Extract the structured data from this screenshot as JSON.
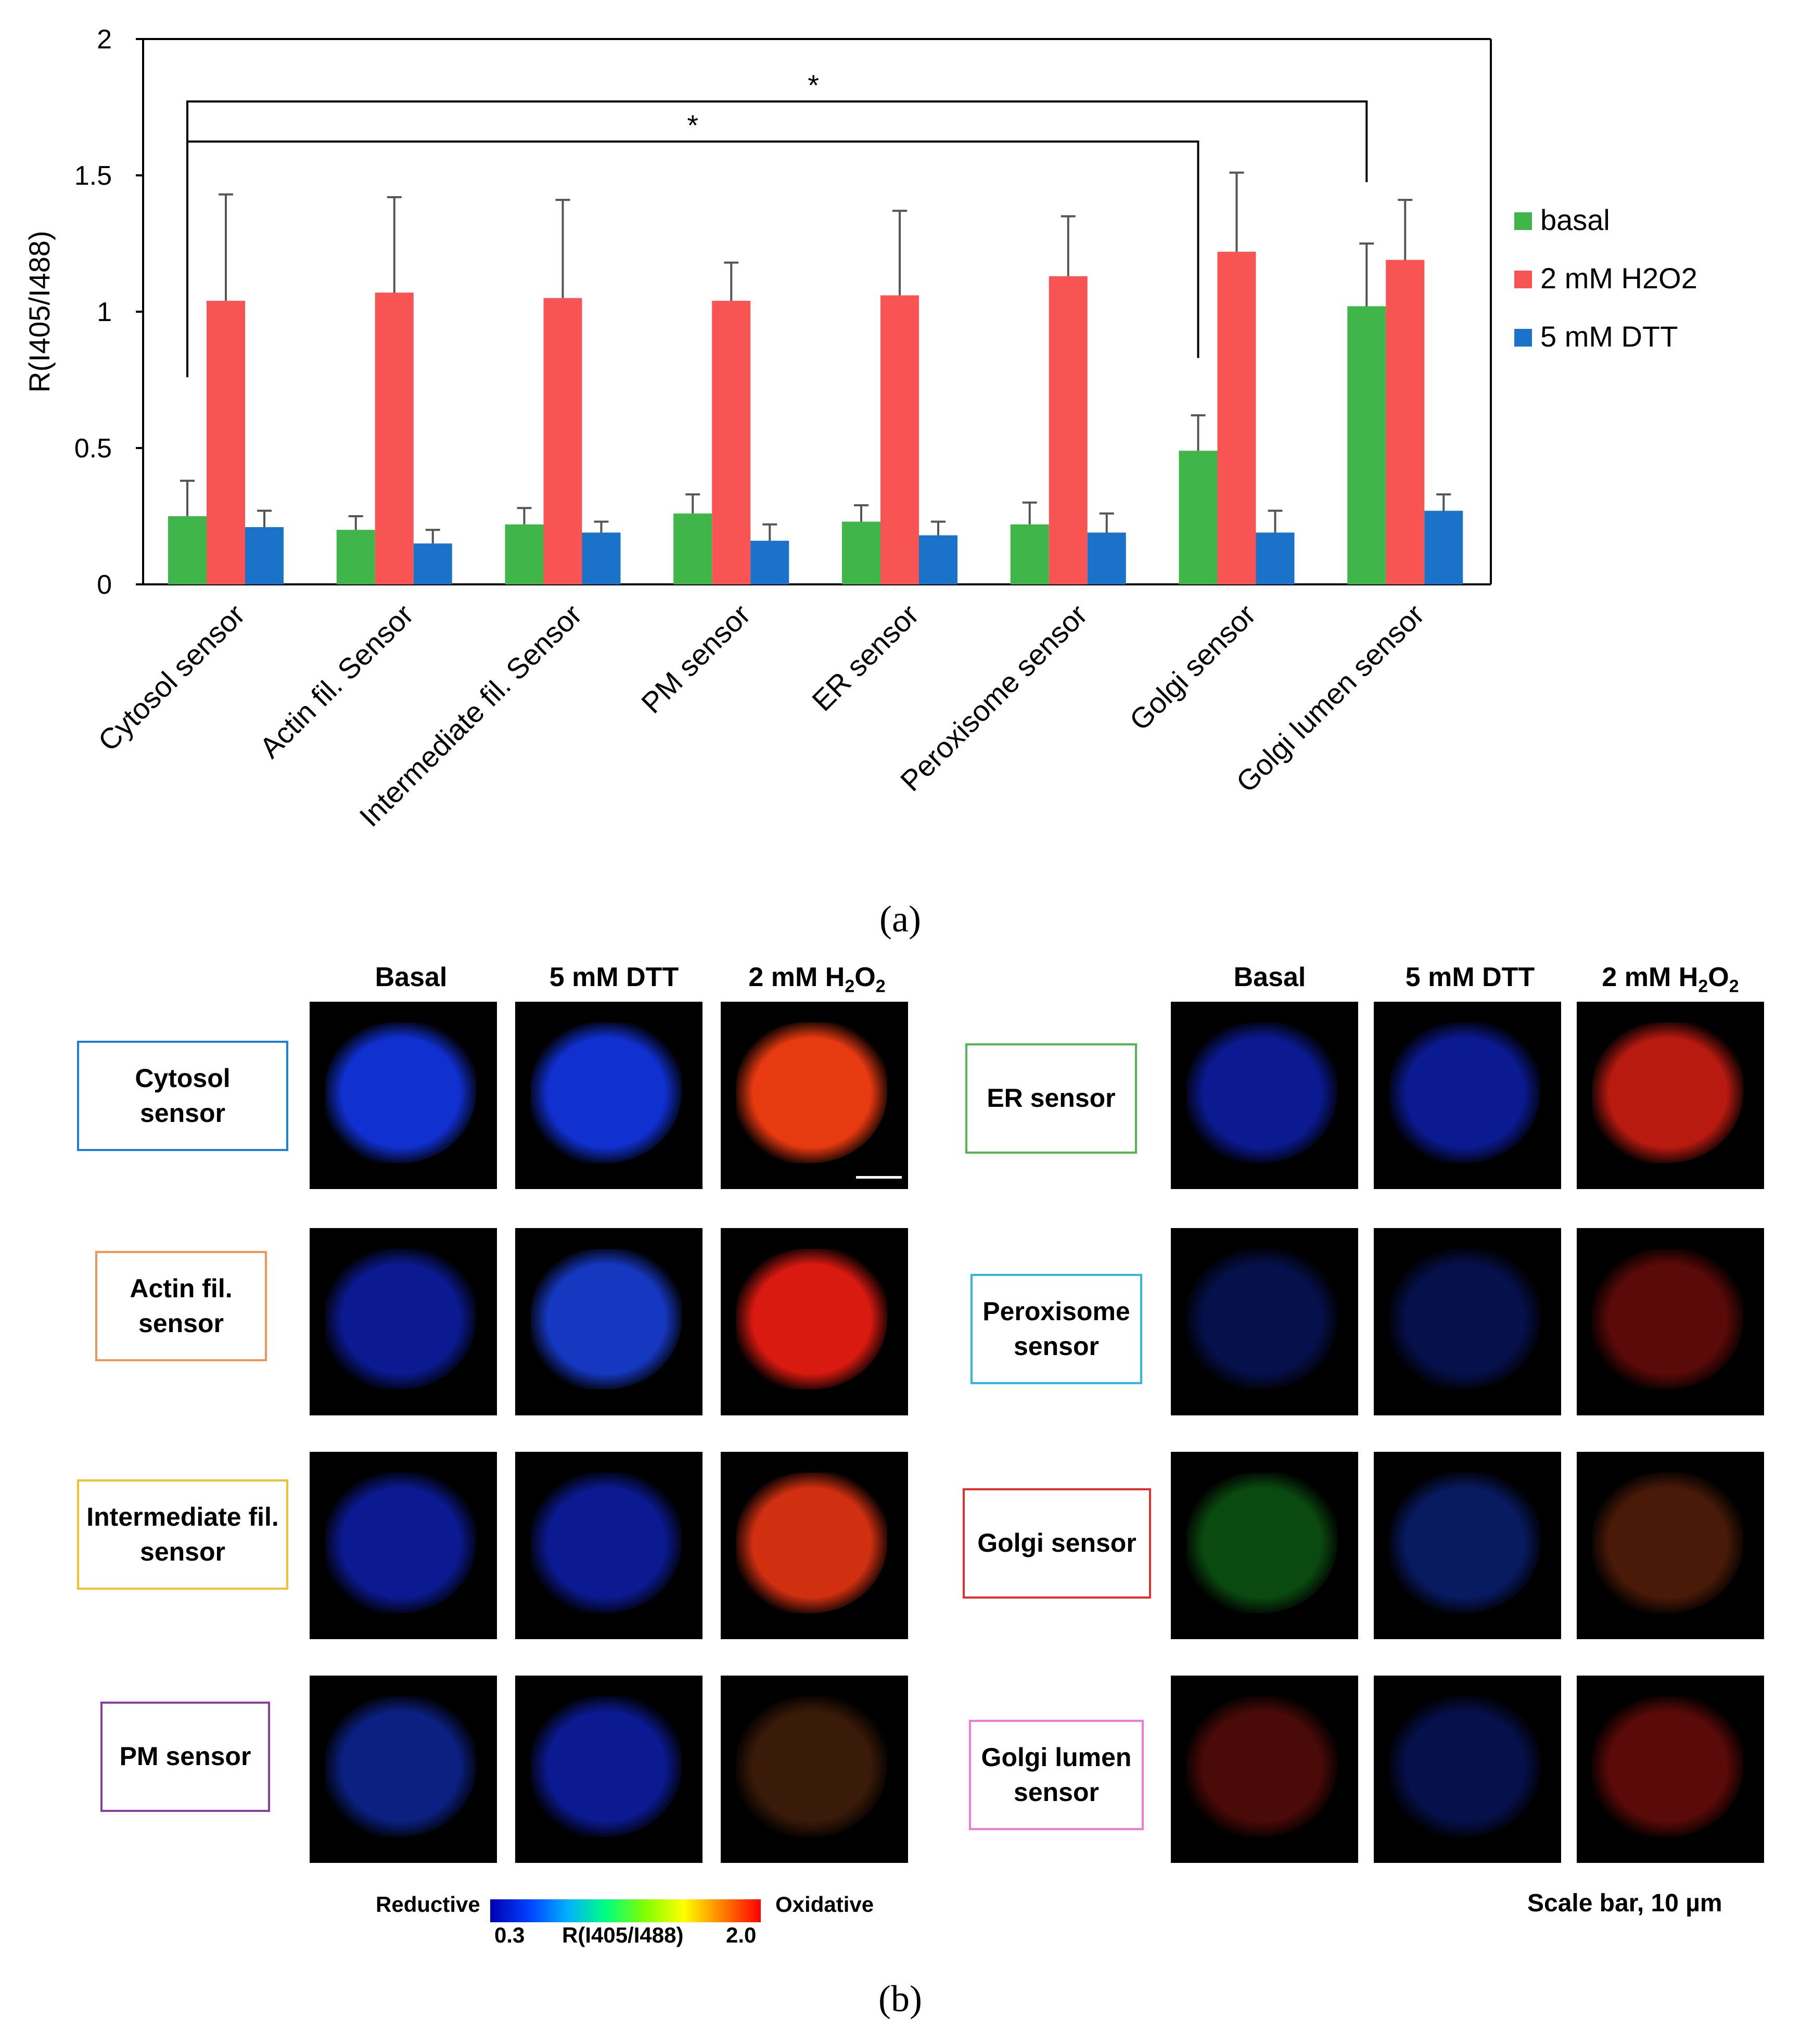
{
  "chart_data": {
    "type": "bar",
    "ylabel": "R(I405/I488)",
    "ylim": [
      0,
      2
    ],
    "yticks": [
      "0",
      "0.5",
      "1",
      "1.5",
      "2"
    ],
    "categories": [
      "Cytosol sensor",
      "Actin fil. Sensor",
      "Intermediate fil. Sensor",
      "PM sensor",
      "ER sensor",
      "Peroxisome sensor",
      "Golgi sensor",
      "Golgi lumen sensor"
    ],
    "series": [
      {
        "name": "basal",
        "color": "#3fb54a",
        "values": [
          0.25,
          0.2,
          0.22,
          0.26,
          0.23,
          0.22,
          0.49,
          1.02
        ],
        "errors": [
          0.13,
          0.05,
          0.06,
          0.07,
          0.06,
          0.08,
          0.13,
          0.23
        ]
      },
      {
        "name": "2 mM H2O2",
        "color": "#f85454",
        "values": [
          1.04,
          1.07,
          1.05,
          1.04,
          1.06,
          1.13,
          1.22,
          1.19
        ],
        "errors": [
          0.39,
          0.35,
          0.36,
          0.14,
          0.31,
          0.22,
          0.29,
          0.22
        ]
      },
      {
        "name": "5 mM DTT",
        "color": "#1a73c8",
        "values": [
          0.21,
          0.15,
          0.19,
          0.16,
          0.18,
          0.19,
          0.19,
          0.27
        ],
        "errors": [
          0.06,
          0.05,
          0.04,
          0.06,
          0.05,
          0.07,
          0.08,
          0.06
        ]
      }
    ],
    "significance": [
      {
        "from": "Cytosol sensor",
        "to": "Golgi lumen sensor",
        "label": "*"
      },
      {
        "from": "Cytosol sensor",
        "to": "Golgi sensor",
        "label": "*"
      }
    ],
    "legend_position": "right"
  },
  "panel_a_label": "(a)",
  "panel_b_label": "(b)",
  "headers": {
    "basal": "Basal",
    "dtt": "5 mM DTT",
    "h2o2_prefix": "2 mM H",
    "h2o2_sub1": "2",
    "h2o2_mid": "O",
    "h2o2_sub2": "2"
  },
  "left_sensors": [
    {
      "line1": "Cytosol",
      "line2": "sensor",
      "color": "#1f7fd1",
      "tints": [
        "#1030d0",
        "#1030d0",
        "#e83a10"
      ]
    },
    {
      "line1": "Actin fil.",
      "line2": "sensor",
      "color": "#f0955a",
      "tints": [
        "#0b1a90",
        "#1638c0",
        "#d81a10"
      ]
    },
    {
      "line1": "Intermediate fil.",
      "line2": "sensor",
      "color": "#f5c030",
      "tints": [
        "#0b1a90",
        "#0b1a90",
        "#d03010"
      ]
    },
    {
      "line1": "PM sensor",
      "line2": "",
      "color": "#8a3fa0",
      "tints": [
        "#0b2080",
        "#0b1a90",
        "#3a1a08"
      ]
    }
  ],
  "right_sensors": [
    {
      "line1": "ER sensor",
      "line2": "",
      "color": "#4fb84f",
      "tints": [
        "#0b1a90",
        "#0b1a90",
        "#b81a10"
      ]
    },
    {
      "line1": "Peroxisome",
      "line2": "sensor",
      "color": "#30b8e0",
      "tints": [
        "#06104a",
        "#06104a",
        "#5a0a08"
      ]
    },
    {
      "line1": "Golgi sensor",
      "line2": "",
      "color": "#e03030",
      "tints": [
        "#0a4a10",
        "#081a60",
        "#4a1a08"
      ]
    },
    {
      "line1": "Golgi lumen",
      "line2": "sensor",
      "color": "#f07ad8",
      "tints": [
        "#4a0a08",
        "#06104a",
        "#5a0a08"
      ]
    }
  ],
  "colorbar": {
    "left_label": "Reductive",
    "right_label": "Oxidative",
    "min": "0.3",
    "max": "2.0",
    "title": "R(I405/I488)"
  },
  "scale_bar": "Scale bar, 10 µm"
}
